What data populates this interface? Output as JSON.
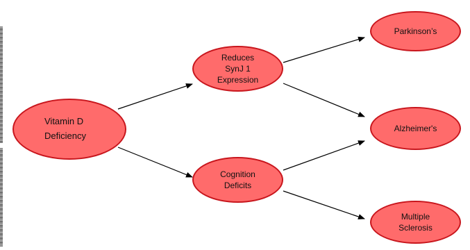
{
  "colors": {
    "node_fill": "#ff6b6b",
    "node_border": "#c8161d",
    "edge": "#000000"
  },
  "nodes": {
    "vitamin_d": "Vitamin D\nDeficiency",
    "synj1": "Reduces\nSynJ 1\nExpression",
    "cognition": "Cognition\nDeficits",
    "parkinsons": "Parkinson’s",
    "alzheimers": "Alzheimer's",
    "ms": "Multiple\nSclerosis"
  },
  "edges": [
    {
      "from": "vitamin_d",
      "to": "synj1"
    },
    {
      "from": "vitamin_d",
      "to": "cognition"
    },
    {
      "from": "synj1",
      "to": "parkinsons"
    },
    {
      "from": "synj1",
      "to": "alzheimers"
    },
    {
      "from": "cognition",
      "to": "alzheimers"
    },
    {
      "from": "cognition",
      "to": "ms"
    }
  ]
}
